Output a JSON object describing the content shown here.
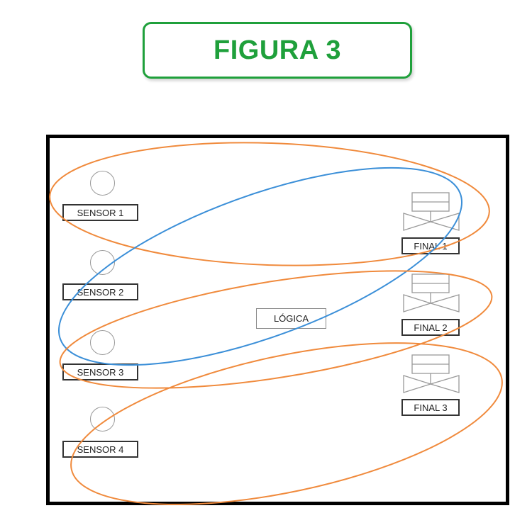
{
  "title": "FIGURA 3",
  "colors": {
    "title_green": "#1fa03b",
    "group_orange": "#f08a3c",
    "group_blue": "#3b8fd8",
    "frame": "#000000"
  },
  "logic": {
    "label": "LÓGICA"
  },
  "sensors": [
    {
      "label": "SENSOR 1",
      "icon": "sensor-circle-icon"
    },
    {
      "label": "SENSOR 2",
      "icon": "sensor-circle-icon"
    },
    {
      "label": "SENSOR 3",
      "icon": "sensor-circle-icon"
    },
    {
      "label": "SENSOR 4",
      "icon": "sensor-circle-icon"
    }
  ],
  "finals": [
    {
      "label": "FINAL 1",
      "icon": "valve-actuator-icon"
    },
    {
      "label": "FINAL 2",
      "icon": "valve-actuator-icon"
    },
    {
      "label": "FINAL 3",
      "icon": "valve-actuator-icon"
    }
  ],
  "groupings": [
    {
      "name": "group-sensor1-final1",
      "color": "orange",
      "members": [
        "SENSOR 1",
        "FINAL 1"
      ]
    },
    {
      "name": "group-sensors1-3-logic-final1",
      "color": "blue",
      "members": [
        "SENSOR 1",
        "SENSOR 2",
        "SENSOR 3",
        "LÓGICA",
        "FINAL 1"
      ]
    },
    {
      "name": "group-sensor3-final2",
      "color": "orange",
      "members": [
        "SENSOR 2",
        "SENSOR 3",
        "LÓGICA",
        "FINAL 2"
      ]
    },
    {
      "name": "group-sensor4-final3",
      "color": "orange",
      "members": [
        "SENSOR 3",
        "SENSOR 4",
        "FINAL 3"
      ]
    }
  ]
}
